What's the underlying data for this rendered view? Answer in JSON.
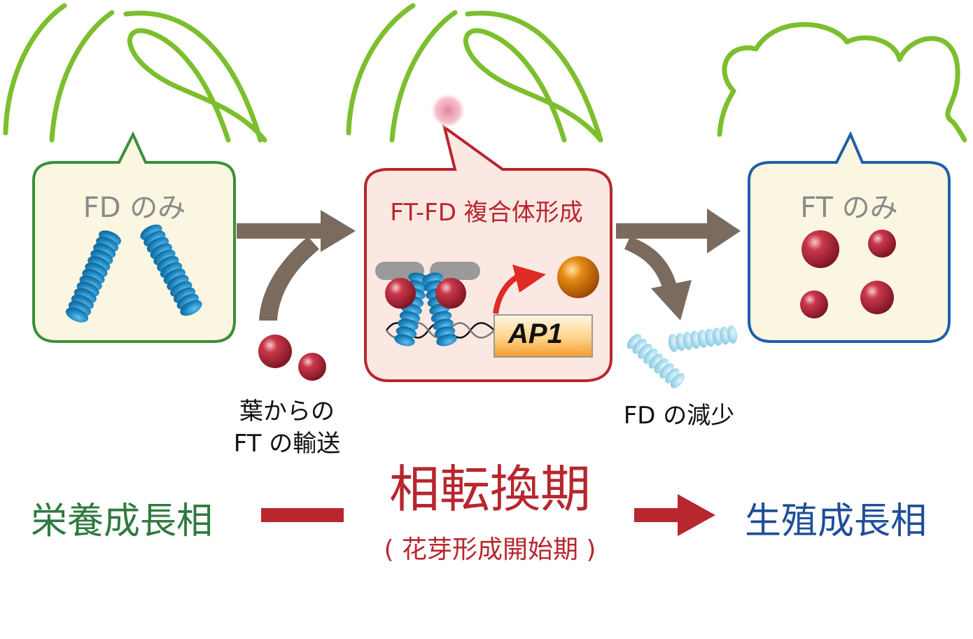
{
  "bubbles": {
    "left_title": "FD のみ",
    "center_title": "FT-FD 複合体形成",
    "right_title": "FT のみ",
    "gene_label": "AP1"
  },
  "notes": {
    "transport_line1": "葉からの",
    "transport_line2": "FT の輸送",
    "decrease": "FD の減少"
  },
  "phases": {
    "vegetative": "栄養成長相",
    "transition": "相転換期",
    "transition_sub": "( 花芽形成開始期 )",
    "reproductive": "生殖成長相"
  },
  "colors": {
    "leaf_green": "#7cbf2e",
    "fd_box_border": "#3a8f3a",
    "ftfd_box_border": "#b8262e",
    "ft_box_border": "#1f5fa8",
    "box_fill": "#fbf6e1",
    "ftfd_fill": "#fce8e2",
    "arrow_brown": "#7a6b5e",
    "red_arrow": "#b8262e",
    "fd_protein": "#1f86c2",
    "ft_protein": "#b8283a"
  }
}
